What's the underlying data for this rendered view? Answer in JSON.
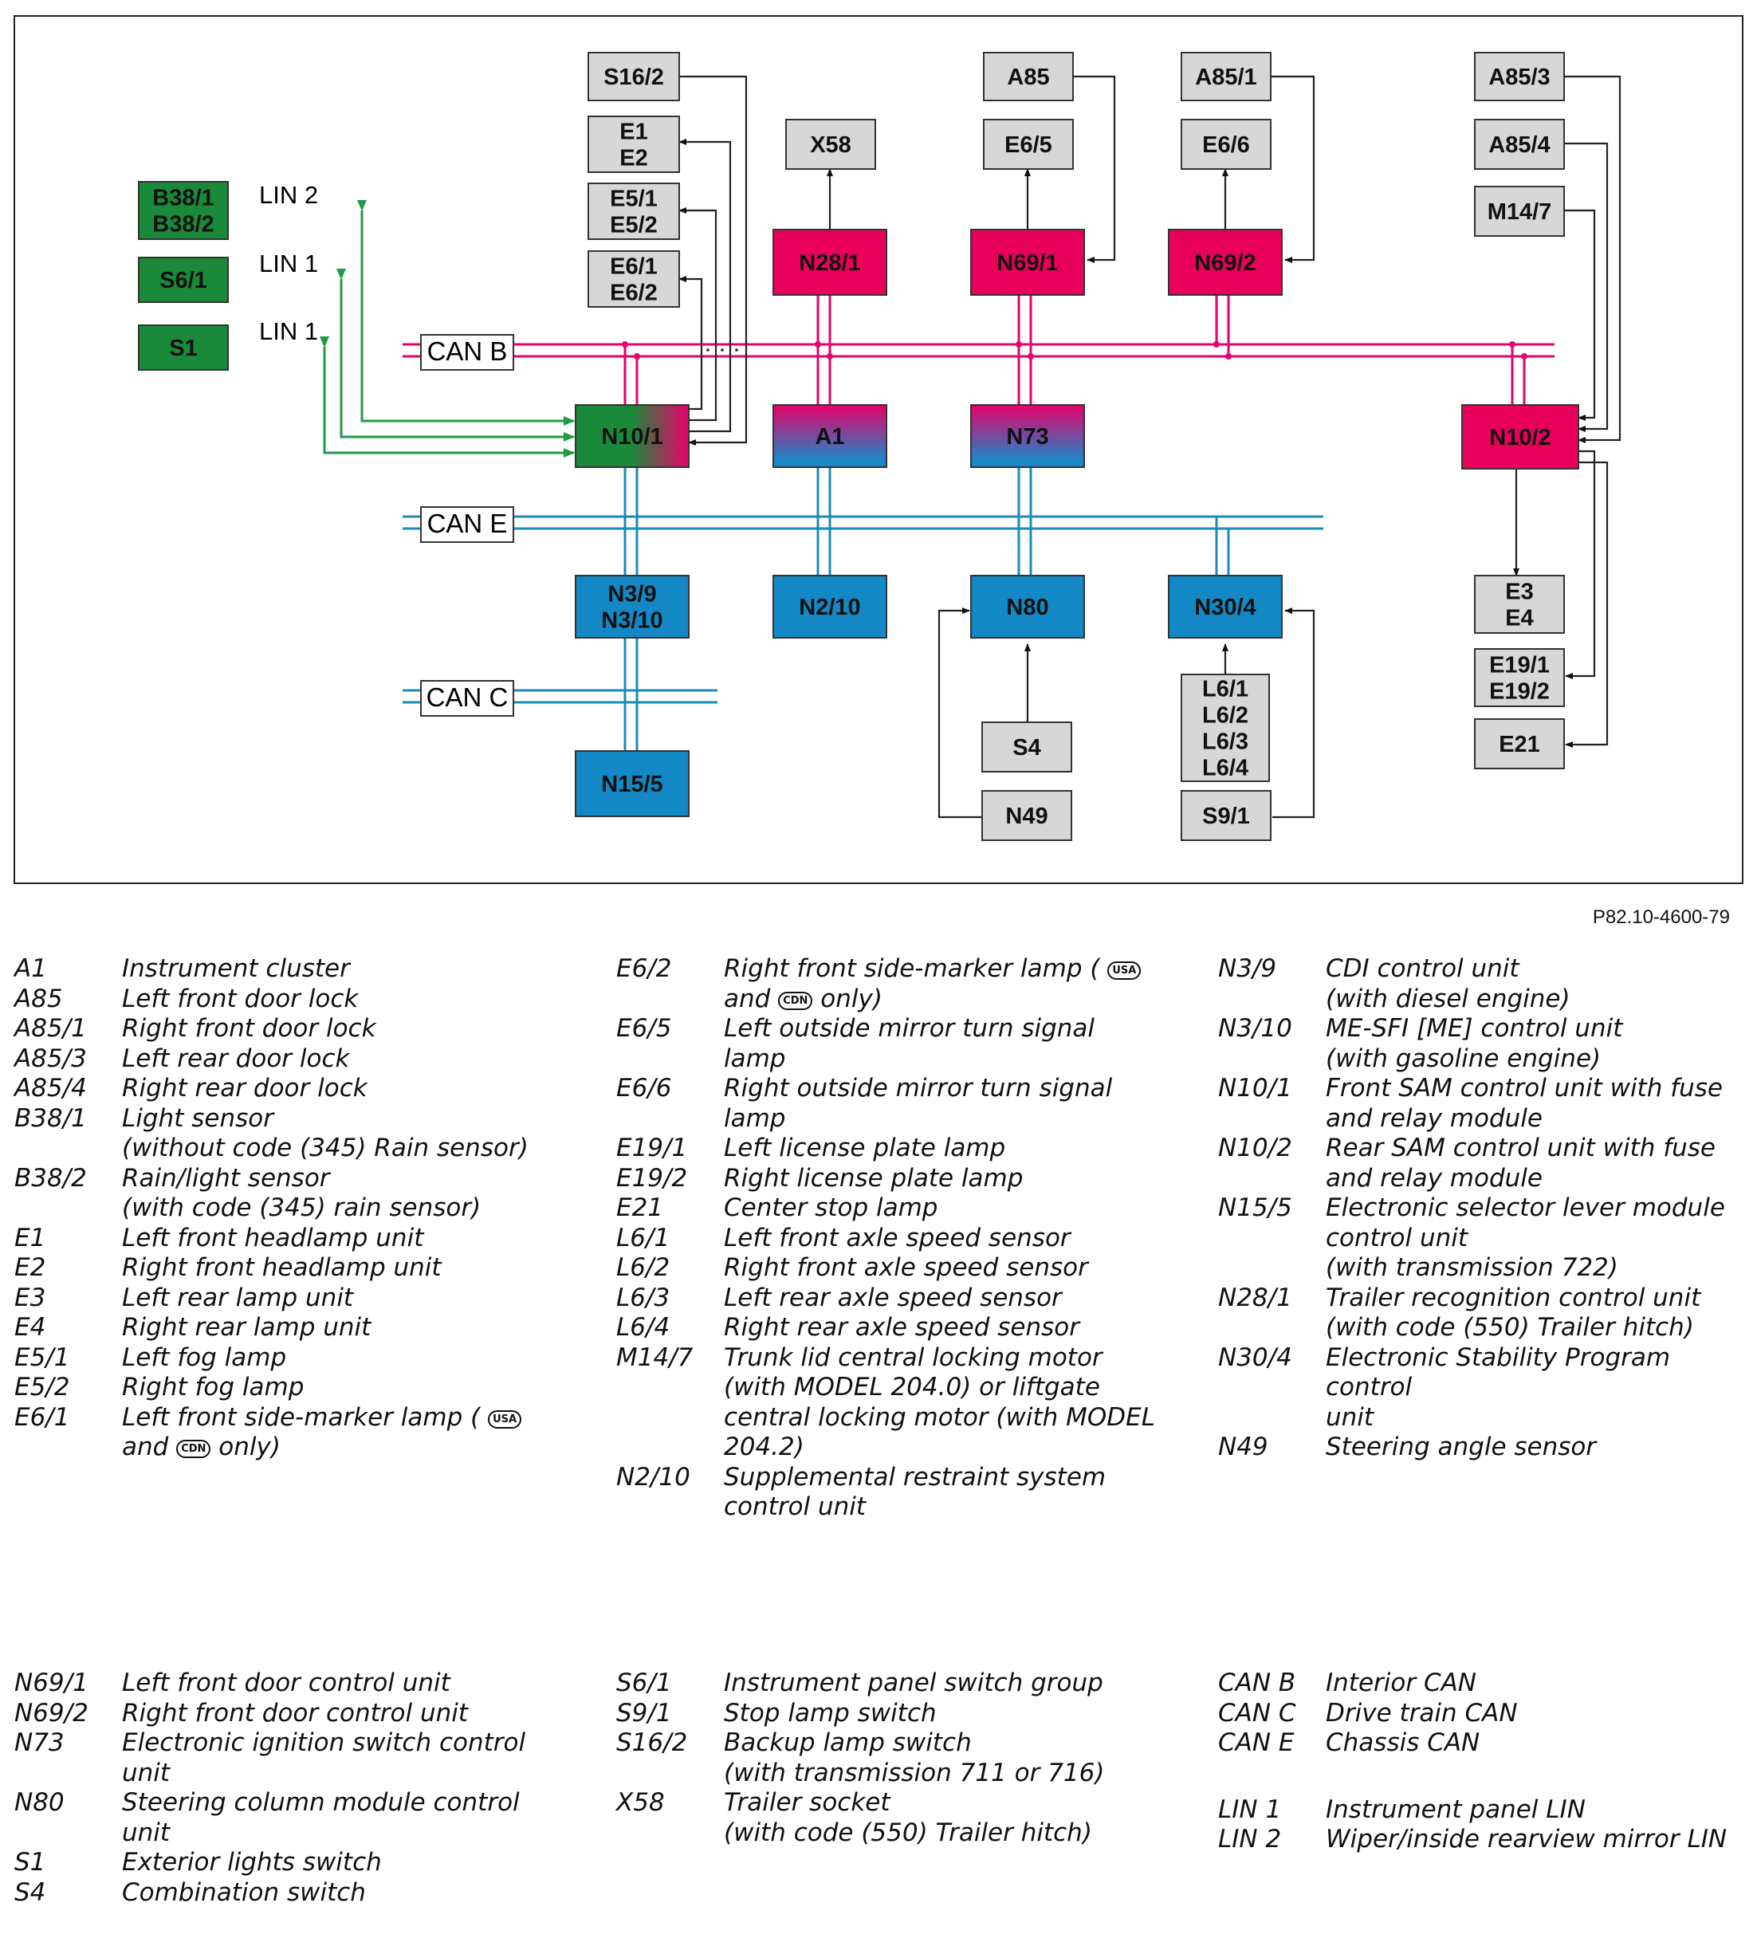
{
  "figure_ref": "P82.10-4600-79",
  "colors": {
    "can_b": "#e8006a",
    "can_e": "#1a8ab8",
    "can_c": "#1a8ab8",
    "lin": "#1f9a48",
    "module_red": "#e8005a",
    "module_blue": "#1488c4",
    "module_green": "#1a8a3a",
    "module_gray": "#d7d7d7"
  },
  "buses": {
    "can_b": "CAN B",
    "can_e": "CAN E",
    "can_c": "CAN C",
    "lin2": "LIN 2",
    "lin1a": "LIN 1",
    "lin1b": "LIN 1"
  },
  "modules": {
    "b38": [
      "B38/1",
      "B38/2"
    ],
    "s6_1": [
      "S6/1"
    ],
    "s1": [
      "S1"
    ],
    "s16_2": [
      "S16/2"
    ],
    "e1e2": [
      "E1",
      "E2"
    ],
    "e5": [
      "E5/1",
      "E5/2"
    ],
    "e6": [
      "E6/1",
      "E6/2"
    ],
    "n10_1": [
      "N10/1"
    ],
    "x58": [
      "X58"
    ],
    "n28_1": [
      "N28/1"
    ],
    "a1": [
      "A1"
    ],
    "n2_10": [
      "N2/10"
    ],
    "a85": [
      "A85"
    ],
    "e6_5": [
      "E6/5"
    ],
    "n69_1": [
      "N69/1"
    ],
    "n73": [
      "N73"
    ],
    "n80": [
      "N80"
    ],
    "s4": [
      "S4"
    ],
    "n49": [
      "N49"
    ],
    "a85_1": [
      "A85/1"
    ],
    "e6_6": [
      "E6/6"
    ],
    "n69_2": [
      "N69/2"
    ],
    "n30_4": [
      "N30/4"
    ],
    "l6": [
      "L6/1",
      "L6/2",
      "L6/3",
      "L6/4"
    ],
    "s9_1": [
      "S9/1"
    ],
    "n3": [
      "N3/9",
      "N3/10"
    ],
    "n15_5": [
      "N15/5"
    ],
    "a85_3": [
      "A85/3"
    ],
    "a85_4": [
      "A85/4"
    ],
    "m14_7": [
      "M14/7"
    ],
    "n10_2": [
      "N10/2"
    ],
    "e3e4": [
      "E3",
      "E4"
    ],
    "e19": [
      "E19/1",
      "E19/2"
    ],
    "e21": [
      "E21"
    ]
  },
  "legend": {
    "col1": [
      {
        "code": "A1",
        "lines": [
          "Instrument cluster"
        ]
      },
      {
        "code": "A85",
        "lines": [
          "Left front door lock"
        ]
      },
      {
        "code": "A85/1",
        "lines": [
          "Right front door lock"
        ]
      },
      {
        "code": "A85/3",
        "lines": [
          "Left rear door lock"
        ]
      },
      {
        "code": "A85/4",
        "lines": [
          "Right rear door lock"
        ]
      },
      {
        "code": "B38/1",
        "lines": [
          "Light sensor",
          "(without code (345) Rain sensor)"
        ]
      },
      {
        "code": "B38/2",
        "lines": [
          "Rain/light sensor",
          "(with code (345) rain sensor)"
        ]
      },
      {
        "code": "E1",
        "lines": [
          "Left front headlamp unit"
        ]
      },
      {
        "code": "E2",
        "lines": [
          "Right front headlamp unit"
        ]
      },
      {
        "code": "E3",
        "lines": [
          "Left rear lamp unit"
        ]
      },
      {
        "code": "E4",
        "lines": [
          "Right rear lamp unit"
        ]
      },
      {
        "code": "E5/1",
        "lines": [
          "Left fog lamp"
        ]
      },
      {
        "code": "E5/2",
        "lines": [
          "Right fog lamp"
        ]
      },
      {
        "code": "E6/1",
        "lines": [
          "Left front side-marker lamp (",
          "and",
          "only)"
        ],
        "badges": [
          "USA",
          "CDN"
        ]
      }
    ],
    "col2": [
      {
        "code": "E6/2",
        "lines": [
          "Right front side-marker lamp (",
          "and",
          "only)"
        ],
        "badges": [
          "USA",
          "CDN"
        ]
      },
      {
        "code": "E6/5",
        "lines": [
          "Left outside mirror turn signal",
          "lamp"
        ]
      },
      {
        "code": "E6/6",
        "lines": [
          "Right outside mirror turn signal",
          "lamp"
        ]
      },
      {
        "code": "E19/1",
        "lines": [
          "Left license plate lamp"
        ]
      },
      {
        "code": "E19/2",
        "lines": [
          "Right license plate lamp"
        ]
      },
      {
        "code": "E21",
        "lines": [
          "Center stop lamp"
        ]
      },
      {
        "code": "L6/1",
        "lines": [
          "Left front axle speed sensor"
        ]
      },
      {
        "code": "L6/2",
        "lines": [
          "Right front axle speed sensor"
        ]
      },
      {
        "code": "L6/3",
        "lines": [
          "Left rear axle speed sensor"
        ]
      },
      {
        "code": "L6/4",
        "lines": [
          "Right rear axle speed sensor"
        ]
      },
      {
        "code": "M14/7",
        "lines": [
          "Trunk lid central locking motor",
          "(with MODEL 204.0) or liftgate",
          "central locking motor (with MODEL",
          "204.2)"
        ]
      },
      {
        "code": "N2/10",
        "lines": [
          "Supplemental restraint system",
          "control unit"
        ]
      }
    ],
    "col3": [
      {
        "code": "N3/9",
        "lines": [
          "CDI control unit",
          "(with diesel engine)"
        ]
      },
      {
        "code": "N3/10",
        "lines": [
          "ME-SFI [ME] control unit",
          "(with gasoline engine)"
        ]
      },
      {
        "code": "N10/1",
        "lines": [
          "Front SAM control unit with fuse",
          "and relay module"
        ]
      },
      {
        "code": "N10/2",
        "lines": [
          "Rear SAM control unit with fuse",
          "and relay module"
        ]
      },
      {
        "code": "N15/5",
        "lines": [
          "Electronic selector lever module",
          "control unit",
          "(with transmission 722)"
        ]
      },
      {
        "code": "N28/1",
        "lines": [
          "Trailer recognition control unit",
          "(with code (550) Trailer hitch)"
        ]
      },
      {
        "code": "N30/4",
        "lines": [
          "Electronic Stability Program control",
          "unit"
        ]
      },
      {
        "code": "N49",
        "lines": [
          "Steering angle sensor"
        ]
      }
    ],
    "col4": [
      {
        "code": "N69/1",
        "lines": [
          "Left front door control unit"
        ]
      },
      {
        "code": "N69/2",
        "lines": [
          "Right front door control unit"
        ]
      },
      {
        "code": "N73",
        "lines": [
          "Electronic ignition switch control",
          "unit"
        ]
      },
      {
        "code": "N80",
        "lines": [
          "Steering column module control",
          "unit"
        ]
      },
      {
        "code": "S1",
        "lines": [
          "Exterior lights switch"
        ]
      },
      {
        "code": "S4",
        "lines": [
          "Combination switch"
        ]
      }
    ],
    "col5": [
      {
        "code": "S6/1",
        "lines": [
          "Instrument panel switch group"
        ]
      },
      {
        "code": "S9/1",
        "lines": [
          "Stop lamp switch"
        ]
      },
      {
        "code": "S16/2",
        "lines": [
          "Backup lamp switch",
          " (with transmission 711 or 716)"
        ]
      },
      {
        "code": "X58",
        "lines": [
          "Trailer socket",
          "(with code (550) Trailer hitch)"
        ]
      }
    ],
    "col6": [
      {
        "code": "CAN B",
        "lines": [
          "Interior CAN"
        ]
      },
      {
        "code": "CAN C",
        "lines": [
          "Drive train CAN"
        ]
      },
      {
        "code": "CAN E",
        "lines": [
          "Chassis CAN"
        ]
      },
      {
        "code": "",
        "lines": [
          ""
        ]
      },
      {
        "code": "LIN 1",
        "lines": [
          "Instrument panel LIN"
        ]
      },
      {
        "code": "LIN 2",
        "lines": [
          "Wiper/inside rearview mirror LIN"
        ]
      }
    ]
  }
}
